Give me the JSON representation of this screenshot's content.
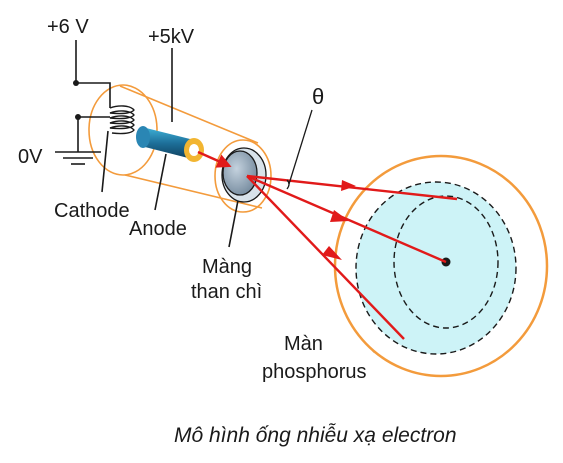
{
  "labels": {
    "v_plus6": "+6 V",
    "v_plus5k": "+5kV",
    "v_zero": "0V",
    "theta": "θ",
    "cathode": "Cathode",
    "anode": "Anode",
    "graphite_line1": "Màng",
    "graphite_line2": "than chì",
    "screen_line1": "Màn",
    "screen_line2": "phosphorus"
  },
  "caption": "Mô hình ống nhiễu xạ electron",
  "colors": {
    "tube_outline": "#f39b3c",
    "beam": "#e11a1a",
    "screen_fill": "#cdf3f7",
    "anode_blue": "#1d6e98",
    "anode_ring": "#f2b531",
    "graphite": "#8fa5b8",
    "wire": "#1a1a1a"
  }
}
